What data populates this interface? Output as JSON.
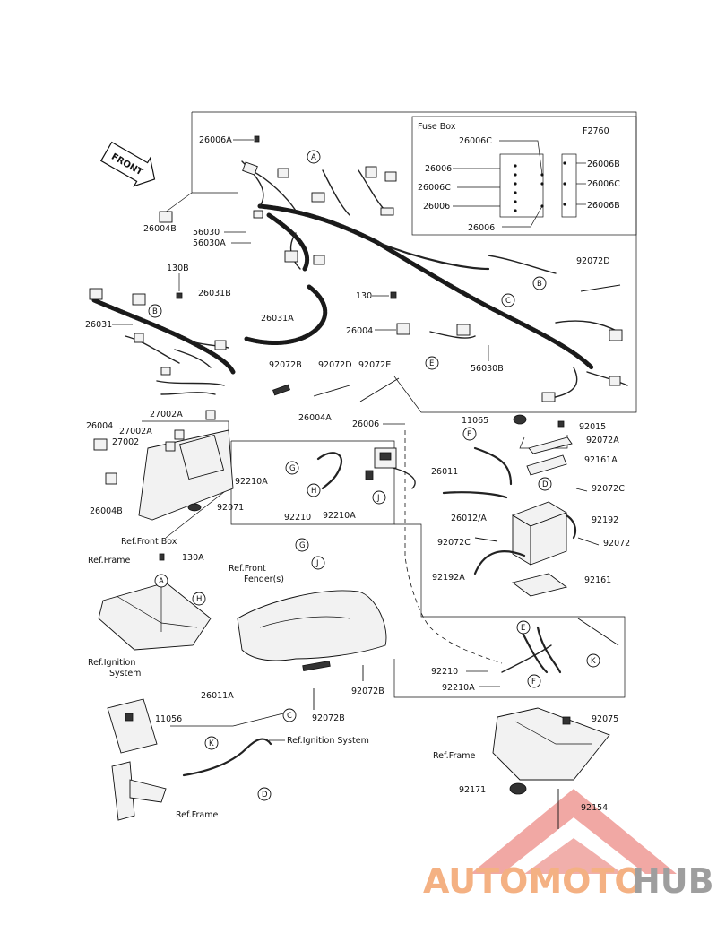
{
  "diagram": {
    "code": "F2760",
    "front_label": "FRONT",
    "fuse_box": {
      "title": "Fuse Box",
      "left_labels": [
        "26006C",
        "26006",
        "26006C",
        "26006",
        "26006"
      ],
      "right_labels": [
        "26006B",
        "26006C",
        "26006B"
      ]
    },
    "part_labels": {
      "p26006A": "26006A",
      "p26004B_top": "26004B",
      "p130B": "130B",
      "p26031B": "26031B",
      "p26031": "26031",
      "p56030": "56030",
      "p56030A": "56030A",
      "p26031A": "26031A",
      "p92072B_top": "92072B",
      "p92072D_mid": "92072D",
      "p92072E": "92072E",
      "p130": "130",
      "p26004": "26004",
      "p56030B": "56030B",
      "p92072D_right": "92072D",
      "p27002A": "27002A",
      "p26004_left": "26004",
      "p27002A_2": "27002A",
      "p27002": "27002",
      "p26004B_left": "26004B",
      "p92071": "92071",
      "p26004A": "26004A",
      "p26006_mid": "26006",
      "p92210A_1": "92210A",
      "p92210": "92210",
      "p92210A_2": "92210A",
      "p11065": "11065",
      "p92015": "92015",
      "p92072A": "92072A",
      "p26011": "26011",
      "p92161A": "92161A",
      "p92072C_r": "92072C",
      "p26012A": "26012/A",
      "p92192": "92192",
      "p92072C_l": "92072C",
      "p92072": "92072",
      "p92192A": "92192A",
      "p92161": "92161",
      "p130A": "130A",
      "p92210_low": "92210",
      "p92210A_low": "92210A",
      "p92072B_mid": "92072B",
      "p92072B_low": "92072B",
      "p11056": "11056",
      "p26011A": "26011A",
      "p92075": "92075",
      "p92171": "92171",
      "p92154": "92154"
    },
    "refs": {
      "front_box": "Ref.Front Box",
      "frame_1": "Ref.Frame",
      "front_fender": "Ref.Front",
      "front_fender_2": "Fender(s)",
      "ignition": "Ref.Ignition",
      "ignition_2": "System",
      "ignition_system": "Ref.Ignition System",
      "frame_2": "Ref.Frame",
      "frame_3": "Ref.Frame"
    },
    "callouts": {
      "A": "A",
      "B": "B",
      "C": "C",
      "D": "D",
      "E": "E",
      "F": "F",
      "G": "G",
      "H": "H",
      "J": "J",
      "K": "K"
    }
  },
  "watermark": {
    "brand_a": "AUTOMOTO",
    "brand_b": "HUB",
    "color_a": "#f4b183",
    "color_b": "#9e9e9e",
    "triangle_color": "#e0463c"
  }
}
